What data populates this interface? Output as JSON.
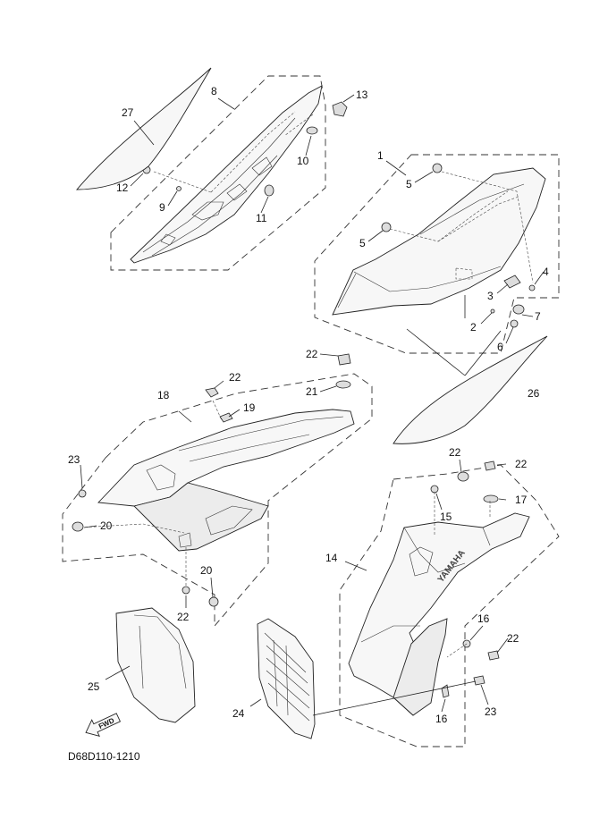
{
  "diagram_code": "D68D110-1210",
  "fwd_label": "FWD",
  "brand_text": "YAMAHA",
  "callouts": {
    "c1": "1",
    "c2": "2",
    "c3": "3",
    "c4": "4",
    "c5a": "5",
    "c5b": "5",
    "c6": "6",
    "c7": "7",
    "c8": "8",
    "c9": "9",
    "c10": "10",
    "c11": "11",
    "c12": "12",
    "c13": "13",
    "c14": "14",
    "c15": "15",
    "c16a": "16",
    "c16b": "16",
    "c17": "17",
    "c18": "18",
    "c19": "19",
    "c20a": "20",
    "c20b": "20",
    "c21": "21",
    "c22a": "22",
    "c22b": "22",
    "c22c": "22",
    "c22d": "22",
    "c22e": "22",
    "c22f": "22",
    "c23a": "23",
    "c23b": "23",
    "c24": "24",
    "c25": "25",
    "c26": "26",
    "c27": "27"
  }
}
